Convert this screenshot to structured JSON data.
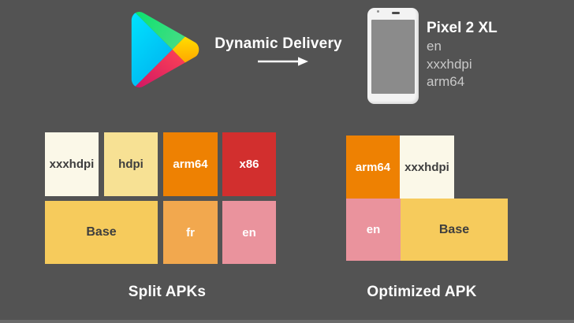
{
  "stage": {
    "background": "#535353"
  },
  "header": {
    "title": "Dynamic Delivery",
    "device": {
      "name": "Pixel 2 XL",
      "specs": [
        "en",
        "xxxhdpi",
        "arm64"
      ]
    }
  },
  "split": {
    "caption": "Split APKs",
    "boxes": [
      {
        "label": "xxxhdpi",
        "color": "#FBF8E8"
      },
      {
        "label": "hdpi",
        "color": "#F7E194"
      },
      {
        "label": "arm64",
        "color": "#EE8102"
      },
      {
        "label": "x86",
        "color": "#D22F2E"
      },
      {
        "label": "Base",
        "color": "#F6CB5C"
      },
      {
        "label": "fr",
        "color": "#F2A84E"
      },
      {
        "label": "en",
        "color": "#EA939D"
      }
    ]
  },
  "optimized": {
    "caption": "Optimized APK",
    "boxes": [
      {
        "label": "arm64",
        "color": "#EE8102"
      },
      {
        "label": "xxxhdpi",
        "color": "#FBF8E8"
      },
      {
        "label": "en",
        "color": "#EA939D"
      },
      {
        "label": "Base",
        "color": "#F6CB5C"
      }
    ]
  },
  "icons": {
    "play_logo": "google-play-logo",
    "arrow": "right-arrow",
    "phone": "pixel-phone"
  }
}
